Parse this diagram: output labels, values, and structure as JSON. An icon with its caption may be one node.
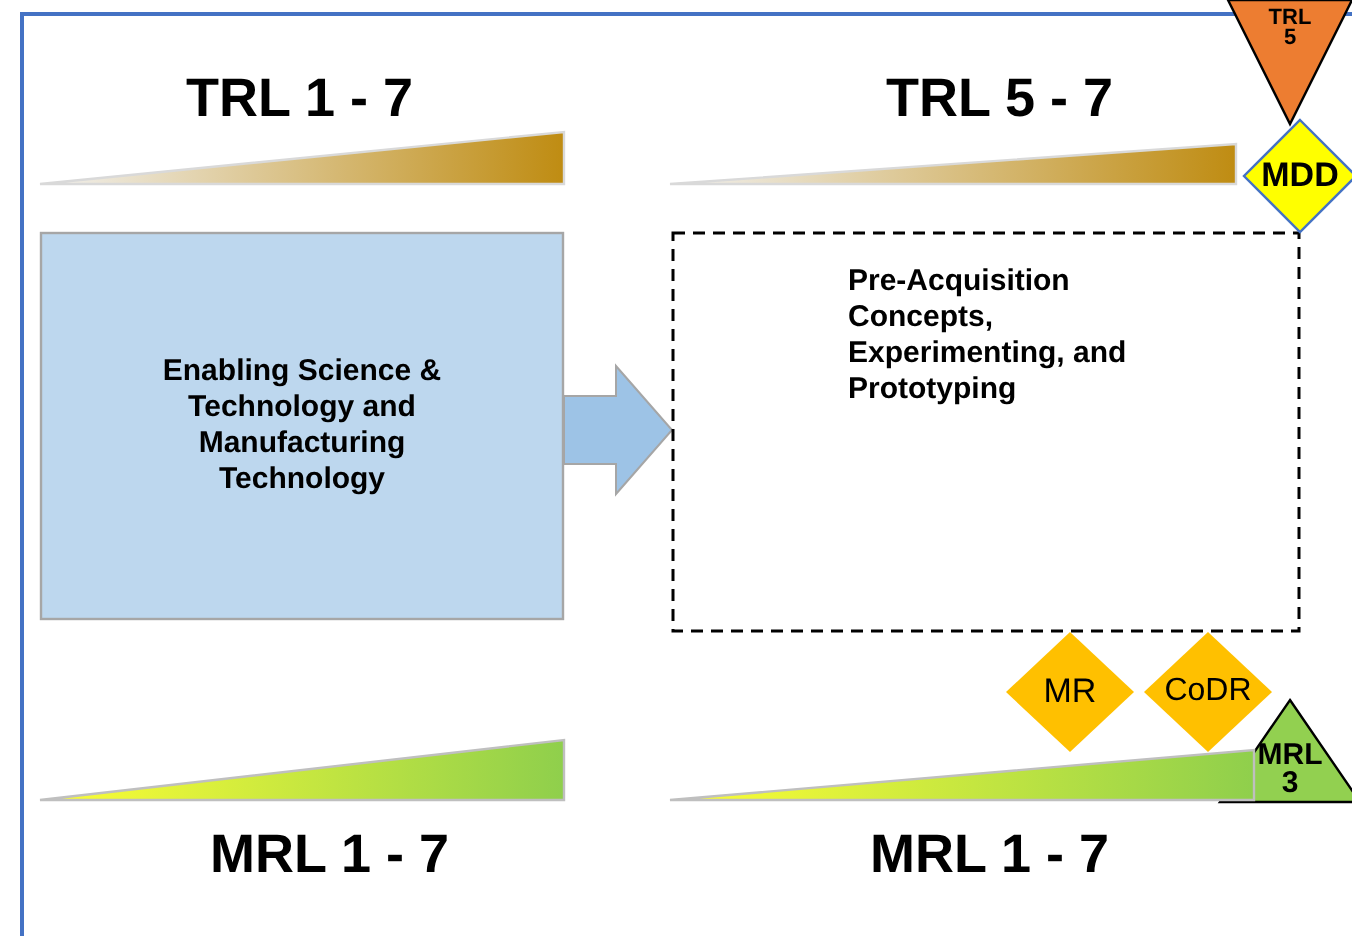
{
  "diagram": {
    "nodes": [
      {
        "text": [
          "Enabling Science & Technology and Manufacturing Technology"
        ]
      },
      {
        "text": [
          "Pre-Acquisition Concepts, Experimenting, and Prototyping"
        ]
      },
      {
        "text": [
          "TRL 5"
        ]
      },
      {
        "text": [
          "MDD"
        ]
      },
      {
        "text": [
          "MR"
        ]
      },
      {
        "text": [
          "CoDR"
        ]
      },
      {
        "text": [
          "MRL 3"
        ]
      },
      {
        "text": [],
        "shape": "wedge"
      },
      {
        "text": [],
        "shape": "wedge"
      },
      {
        "text": [],
        "shape": "wedge"
      },
      {
        "text": [],
        "shape": "wedge"
      }
    ],
    "edges": [
      {
        "from": 0,
        "to": 1,
        "arrow": "to",
        "style": "thick"
      }
    ],
    "labels": [
      "TRL 1 - 7",
      "TRL 5 - 7",
      "MRL 1 - 7",
      "MRL 1 - 7"
    ]
  }
}
